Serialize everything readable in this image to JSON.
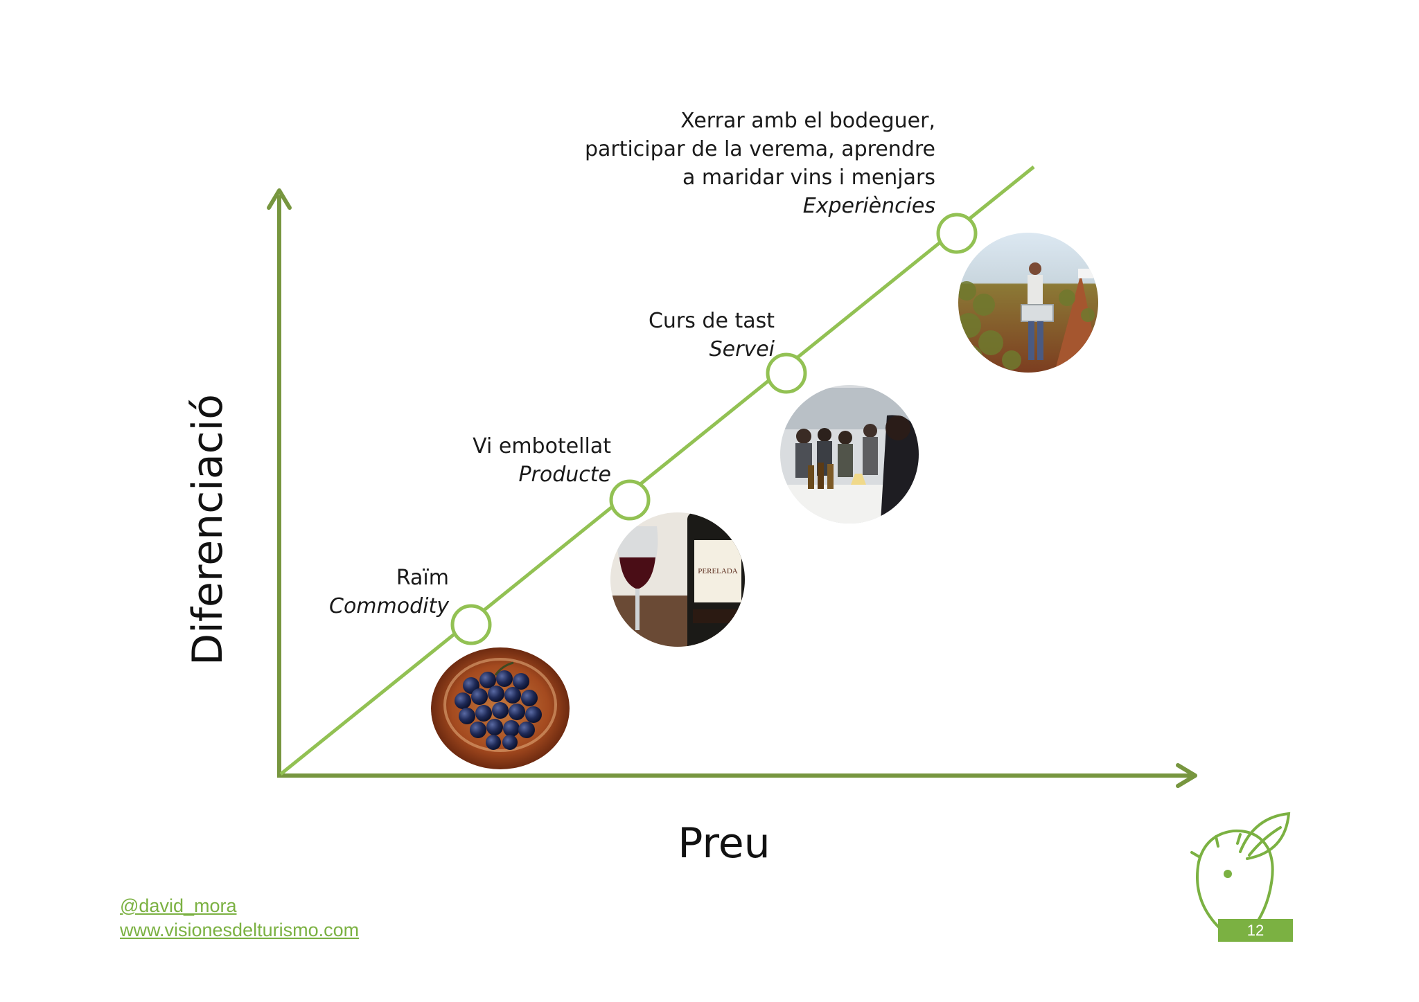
{
  "colors": {
    "axis": "#77963f",
    "diagonal": "#92c153",
    "marker_fill": "#ffffff",
    "footer_green": "#7bb142"
  },
  "axes": {
    "y_title": "Diferenciació",
    "x_title": "Preu"
  },
  "stages": [
    {
      "id": "raim",
      "description": "Raïm",
      "name": "Commodity",
      "photo": "bowl-of-black-grapes"
    },
    {
      "id": "vi",
      "description": "Vi embotellat",
      "name": "Producte",
      "photo": "wine-glass-and-bottle"
    },
    {
      "id": "curs",
      "description": "Curs de tast",
      "name": "Servei",
      "photo": "wine-tasting-class"
    },
    {
      "id": "xerrar",
      "description": "Xerrar amb el bodeguer,\nparticipar de la verema, aprendre\na maridar vins i menjars",
      "name": "Experiències",
      "photo": "grape-harvest-vineyard"
    }
  ],
  "footer": {
    "handle": "@david_mora",
    "url": "www.visionesdelturismo.com",
    "page_number": "12",
    "logo": "olive-sprout-logo"
  }
}
